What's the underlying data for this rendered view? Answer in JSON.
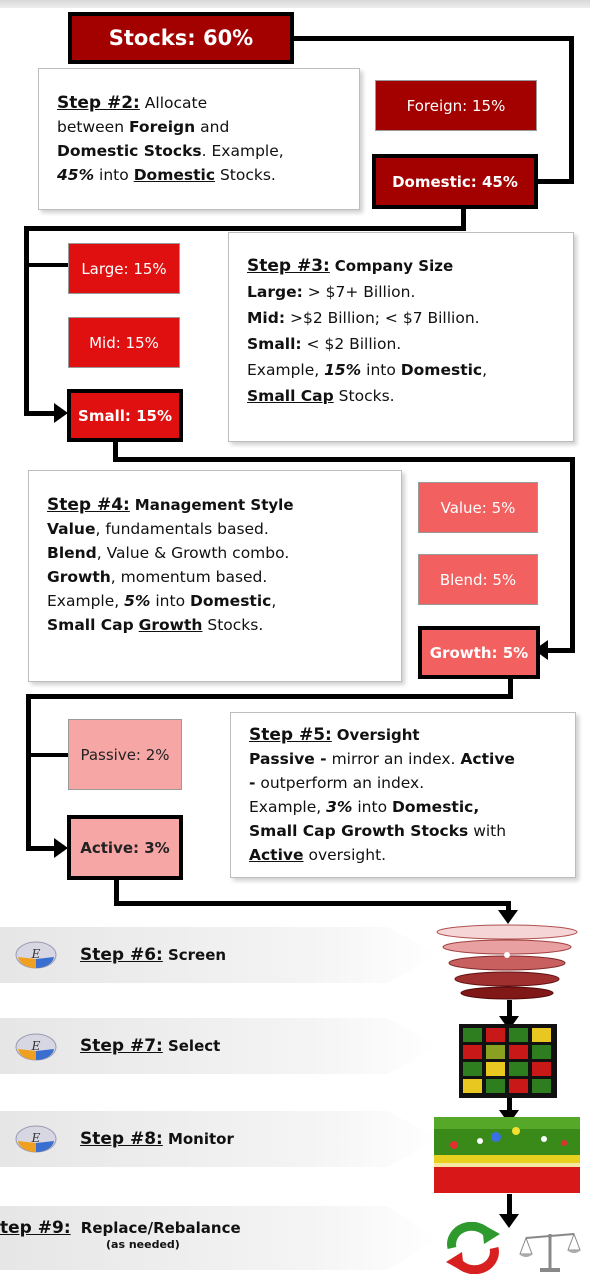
{
  "stocks": {
    "label": "Stocks: 60%"
  },
  "foreign": {
    "label": "Foreign: 15%"
  },
  "domestic": {
    "label": "Domestic: 45%"
  },
  "large": {
    "label": "Large: 15%"
  },
  "mid": {
    "label": "Mid: 15%"
  },
  "small": {
    "label": "Small: 15%"
  },
  "value": {
    "label": "Value: 5%"
  },
  "blend": {
    "label": "Blend: 5%"
  },
  "growth": {
    "label": "Growth: 5%"
  },
  "passive": {
    "label": "Passive: 2%"
  },
  "active": {
    "label": "Active: 3%"
  },
  "step2": {
    "heading": "Step #2:",
    "t1": "Allocate",
    "t2": "between",
    "b1": "Foreign",
    "t3": "and",
    "b2": "Domestic Stocks",
    "t4": ". Example,",
    "pct": "45%",
    "t5": "into",
    "b3": "Domestic",
    "t6": "Stocks."
  },
  "step3": {
    "heading": "Step #3:",
    "title": "Company Size",
    "l1b": "Large:",
    "l1": "> $7+ Billion.",
    "l2b": "Mid:",
    "l2": ">$2 Billion; < $7 Billion.",
    "l3b": "Small:",
    "l3": "< $2 Billion.",
    "e1": "Example,",
    "pct": "15%",
    "e2": "into",
    "eb1": "Domestic",
    "e3": ",",
    "eb2": "Small Cap",
    "e4": "Stocks."
  },
  "step4": {
    "heading": "Step #4:",
    "title": "Management Style",
    "l1b": "Value",
    "l1": ", fundamentals based.",
    "l2b": "Blend",
    "l2": ", Value & Growth combo.",
    "l3b": "Growth",
    "l3": ", momentum based.",
    "e1": "Example,",
    "pct": "5%",
    "e2": "into",
    "eb1": "Domestic",
    "e3": ",",
    "eb2": "Small Cap",
    "eb3": "Growth",
    "e4": "Stocks."
  },
  "step5": {
    "heading": "Step #5:",
    "title": "Oversight",
    "b1": "Passive -",
    "t1": "mirror an index.",
    "b2": "Active",
    "b3": "-",
    "t2": "outperform an index.",
    "e1": "Example,",
    "pct": "3%",
    "e2": "into",
    "eb1": "Domestic,",
    "eb2": "Small Cap Growth Stocks",
    "e3": "with",
    "eb3": "Active",
    "e4": "oversight."
  },
  "step6": {
    "heading": "Step #6:",
    "label": "Screen"
  },
  "step7": {
    "heading": "Step #7:",
    "label": "Select"
  },
  "step8": {
    "heading": "Step #8:",
    "label": "Monitor"
  },
  "step9": {
    "heading": "tep #9:",
    "label": "Replace/Rebalance",
    "note": "(as needed)"
  },
  "colors": {
    "dark_red": "#a30000",
    "red": "#e01010",
    "mid_red": "#f26060",
    "light_red": "#f7a6a6"
  }
}
